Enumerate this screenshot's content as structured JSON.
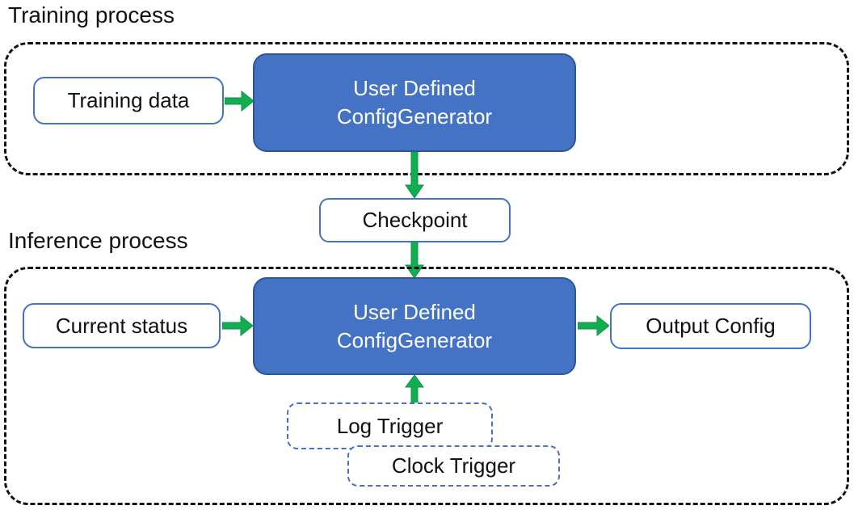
{
  "colors": {
    "background": "#FFFFFF",
    "node_blue_fill": "#4472C4",
    "node_blue_border": "#2F5597",
    "box_border_blue": "#4472C4",
    "arrow_green": "#10AE50",
    "arrow_green_dark": "#0C9443",
    "container_border": "#111111",
    "text_dark": "#111111",
    "text_light": "#FFFFFF"
  },
  "sections": {
    "training": {
      "title": "Training process"
    },
    "inference": {
      "title": "Inference process"
    }
  },
  "nodes": {
    "training_data": {
      "label": "Training data"
    },
    "training_generator": {
      "label": "User Defined\nConfigGenerator"
    },
    "checkpoint": {
      "label": "Checkpoint"
    },
    "current_status": {
      "label": "Current status"
    },
    "inference_generator": {
      "label": "User Defined\nConfigGenerator"
    },
    "output_config": {
      "label": "Output Config"
    },
    "log_trigger": {
      "label": "Log Trigger"
    },
    "clock_trigger": {
      "label": "Clock Trigger"
    }
  }
}
